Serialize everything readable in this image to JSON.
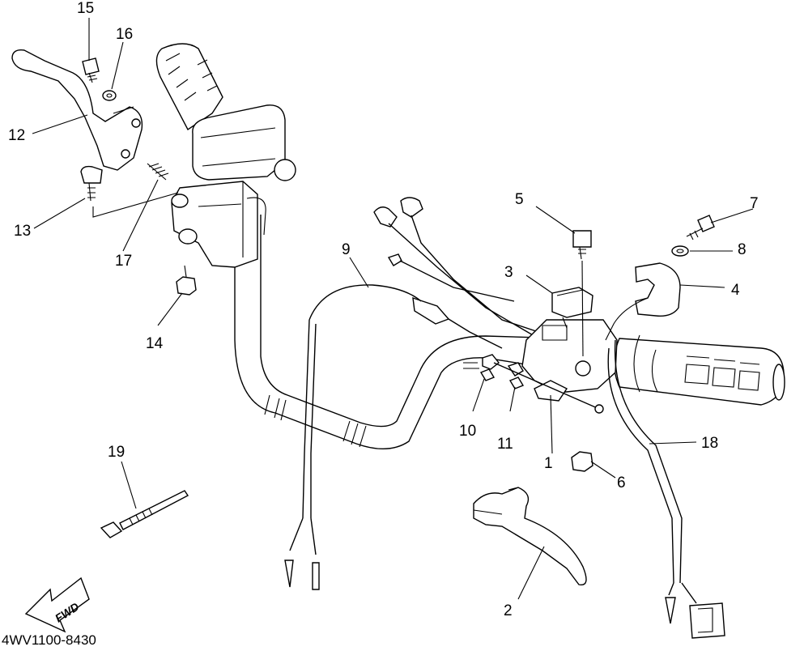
{
  "diagram": {
    "callouts": [
      {
        "id": "c15",
        "label": "15"
      },
      {
        "id": "c16",
        "label": "16"
      },
      {
        "id": "c12",
        "label": "12"
      },
      {
        "id": "c13",
        "label": "13"
      },
      {
        "id": "c17",
        "label": "17"
      },
      {
        "id": "c14",
        "label": "14"
      },
      {
        "id": "c9",
        "label": "9"
      },
      {
        "id": "c5",
        "label": "5"
      },
      {
        "id": "c7",
        "label": "7"
      },
      {
        "id": "c8",
        "label": "8"
      },
      {
        "id": "c3",
        "label": "3"
      },
      {
        "id": "c4",
        "label": "4"
      },
      {
        "id": "c10",
        "label": "10"
      },
      {
        "id": "c11",
        "label": "11"
      },
      {
        "id": "c1",
        "label": "1"
      },
      {
        "id": "c18",
        "label": "18"
      },
      {
        "id": "c6",
        "label": "6"
      },
      {
        "id": "c19",
        "label": "19"
      },
      {
        "id": "c2",
        "label": "2"
      }
    ],
    "direction_arrow": "FWD",
    "part_code": "4WV1100-8430",
    "line_color": "#000000",
    "background_color": "#ffffff"
  }
}
